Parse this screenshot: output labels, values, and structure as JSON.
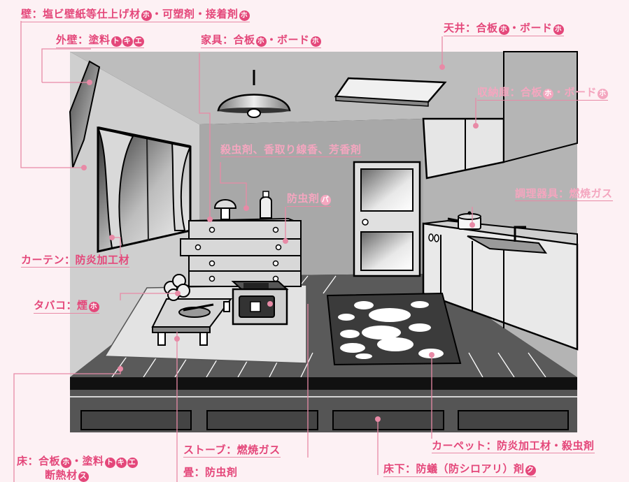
{
  "colors": {
    "label": "#e4477a",
    "label_light": "#f4a6bf",
    "badge": "#e4477a",
    "leader": "#e88aa6",
    "background": "#fdf1f4",
    "room_frame": "#111111"
  },
  "labels": {
    "wall": {
      "text": "壁：塩ビ壁紙等仕上げ材",
      "badge1": "ホ",
      "sep": "・可塑剤・接着剤",
      "badge2": "ホ"
    },
    "outer_wall": {
      "text": "外壁：塗料",
      "badges": [
        "ト",
        "キ",
        "エ"
      ]
    },
    "furniture": {
      "text": "家具：合板",
      "badge1": "ホ",
      "sep": "・ボード",
      "badge2": "ホ"
    },
    "ceiling": {
      "text": "天井：合板",
      "badge1": "ホ",
      "sep": "・ボード",
      "badge2": "ホ"
    },
    "storage": {
      "text": "収納庫：合板",
      "badge1": "ホ",
      "sep": "・ボード",
      "badge2": "ホ"
    },
    "insecticide": {
      "text": "殺虫剤、香取り線香、芳香剤"
    },
    "moth": {
      "text": "防虫剤",
      "badge": "パ"
    },
    "cooking": {
      "text": "調理器具：燃焼ガス"
    },
    "curtain": {
      "text": "カーテン：防炎加工材"
    },
    "tobacco": {
      "text": "タバコ：煙",
      "badge": "ホ"
    },
    "carpet": {
      "text": "カーペット：防炎加工材・殺虫剤"
    },
    "floor": {
      "text": "床：合板",
      "badge1": "ホ",
      "sep": "・塗料",
      "badges": [
        "ト",
        "キ",
        "エ"
      ],
      "line2": "断熱材",
      "line2_badge": "ス"
    },
    "stove": {
      "text": "ストーブ：燃焼ガス"
    },
    "tatami": {
      "text": "畳：防虫剤"
    },
    "underfloor": {
      "text": "床下：防蟻（防シロアリ）剤",
      "badge": "ク"
    }
  }
}
